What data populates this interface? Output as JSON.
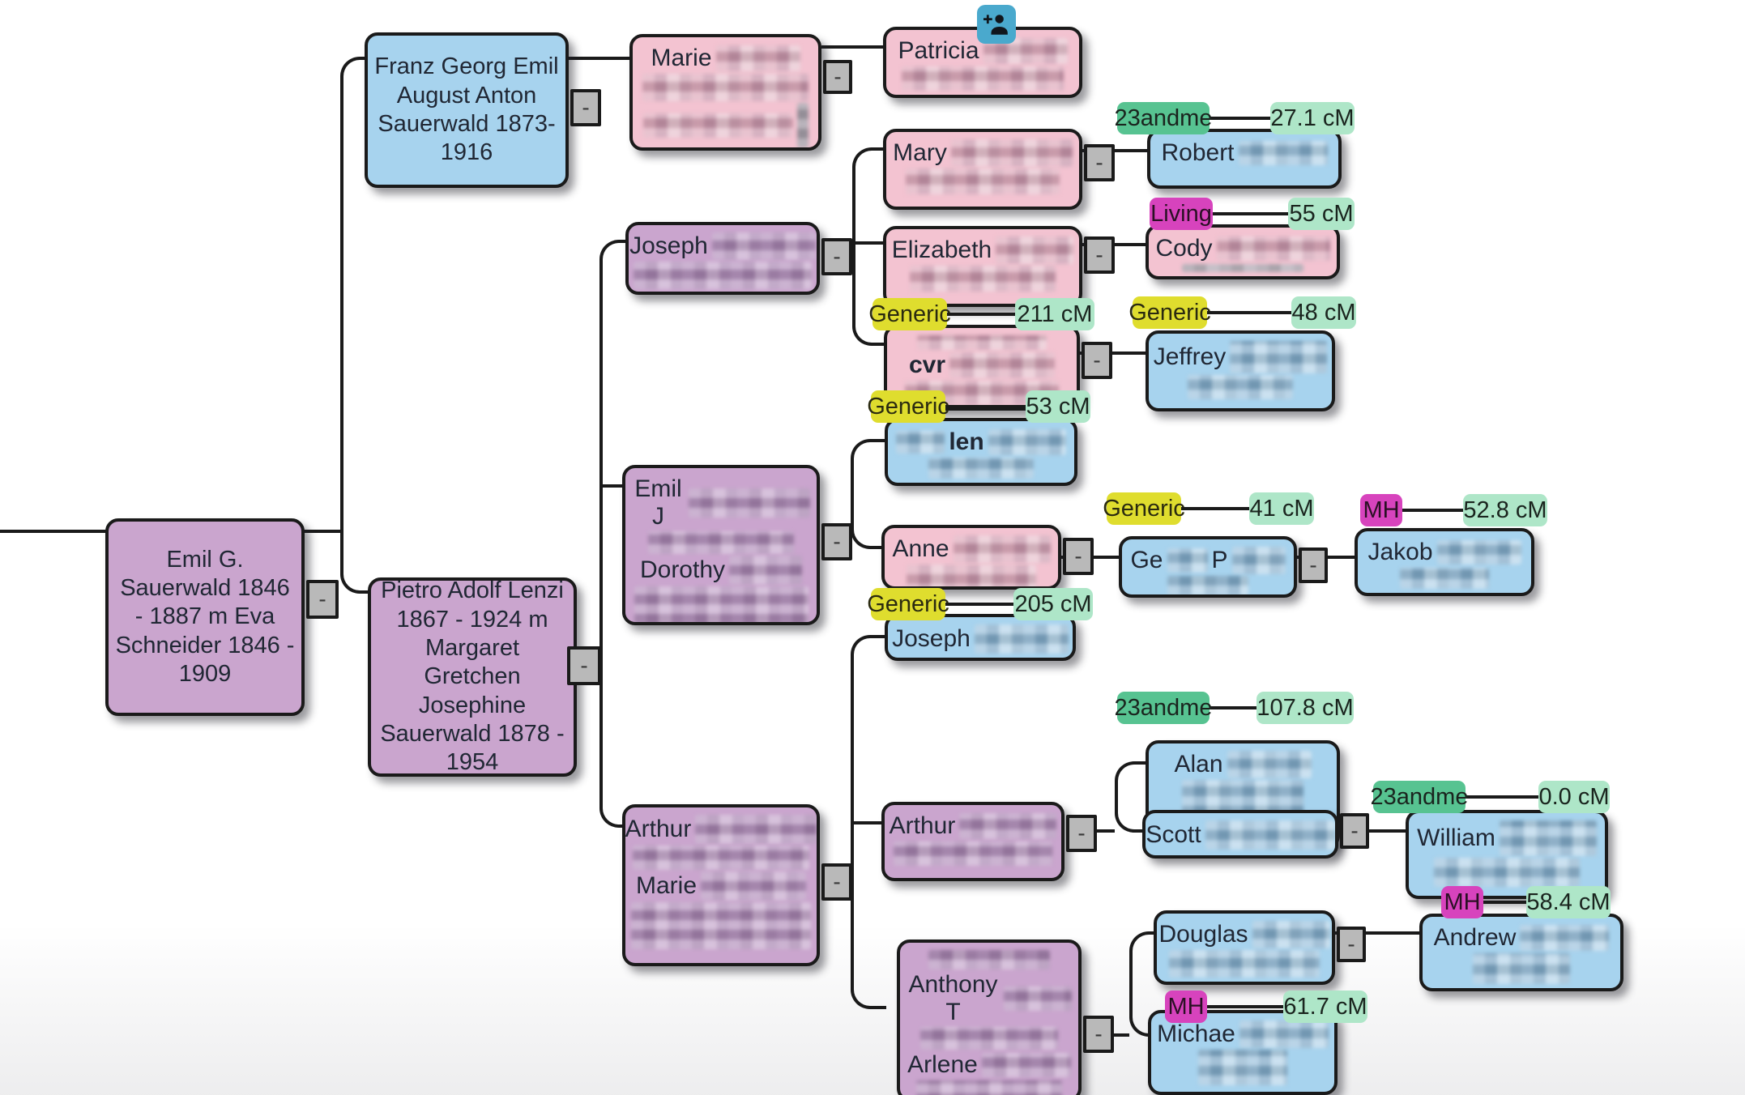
{
  "ui": {
    "collapse": "-"
  },
  "colors": {
    "male_box": "#a7d3ee",
    "female_box": "#f3c3d1",
    "couple_box": "#caa5ce",
    "badge_23andme": "#57c391",
    "badge_generic": "#dfdd2e",
    "badge_mh": "#d743bd",
    "badge_living": "#d743bd",
    "badge_cm": "#aee6c8",
    "add_person_icon": "#4aa9cd",
    "line": "#1a1a1a"
  },
  "nodes": {
    "root_couple": {
      "name": "Emil G. Sauerwald 1846 - 1887 m Eva Schneider 1846 - 1909"
    },
    "franz": {
      "name": "Franz Georg Emil August Anton Sauerwald 1873-1916"
    },
    "pietro": {
      "name": "Pietro Adolf Lenzi 1867 - 1924 m Margaret Gretchen Josephine Sauerwald 1878 - 1954"
    },
    "marie_sr": {
      "name": "Marie"
    },
    "patricia": {
      "name": "Patricia"
    },
    "joseph_sr": {
      "name": "Joseph"
    },
    "mary": {
      "name": "Mary"
    },
    "robert": {
      "name": "Robert",
      "source": "23andme",
      "cm": "27.1 cM"
    },
    "elizabeth": {
      "name": "Elizabeth"
    },
    "cody": {
      "name": "Cody",
      "source": "Living",
      "cm": "55 cM"
    },
    "cvr": {
      "name": "cvr",
      "source": "Generic",
      "cm": "211 cM"
    },
    "jeffrey": {
      "name": "Jeffrey",
      "source": "Generic",
      "cm": "48 cM"
    },
    "emil_couple": {
      "name1": "Emil J",
      "name2": "Dorothy"
    },
    "len": {
      "name": "len",
      "source": "Generic",
      "cm": "53 cM"
    },
    "anne": {
      "name": "Anne"
    },
    "gerald": {
      "name1": "Ge",
      "name2": "P",
      "source": "Generic",
      "cm": "41 cM"
    },
    "jakob": {
      "name": "Jakob",
      "source": "MH",
      "cm": "52.8 cM"
    },
    "arthur_couple": {
      "name1": "Arthur",
      "name2": "Marie"
    },
    "joseph_jr": {
      "name": "Joseph",
      "source": "Generic",
      "cm": "205 cM"
    },
    "arthur_c": {
      "name": "Arthur"
    },
    "alan": {
      "name": "Alan",
      "source": "23andme",
      "cm": "107.8 cM"
    },
    "scott": {
      "name": "Scott"
    },
    "william": {
      "name": "William",
      "source": "23andme",
      "cm": "0.0 cM"
    },
    "anthony_couple": {
      "name1": "Anthony T",
      "name2": "Arlene"
    },
    "douglas": {
      "name": "Douglas"
    },
    "andrew": {
      "name": "Andrew",
      "source": "MH",
      "cm": "58.4 cM"
    },
    "michael": {
      "name": "Michae",
      "source": "MH",
      "cm": "61.7 cM"
    }
  }
}
